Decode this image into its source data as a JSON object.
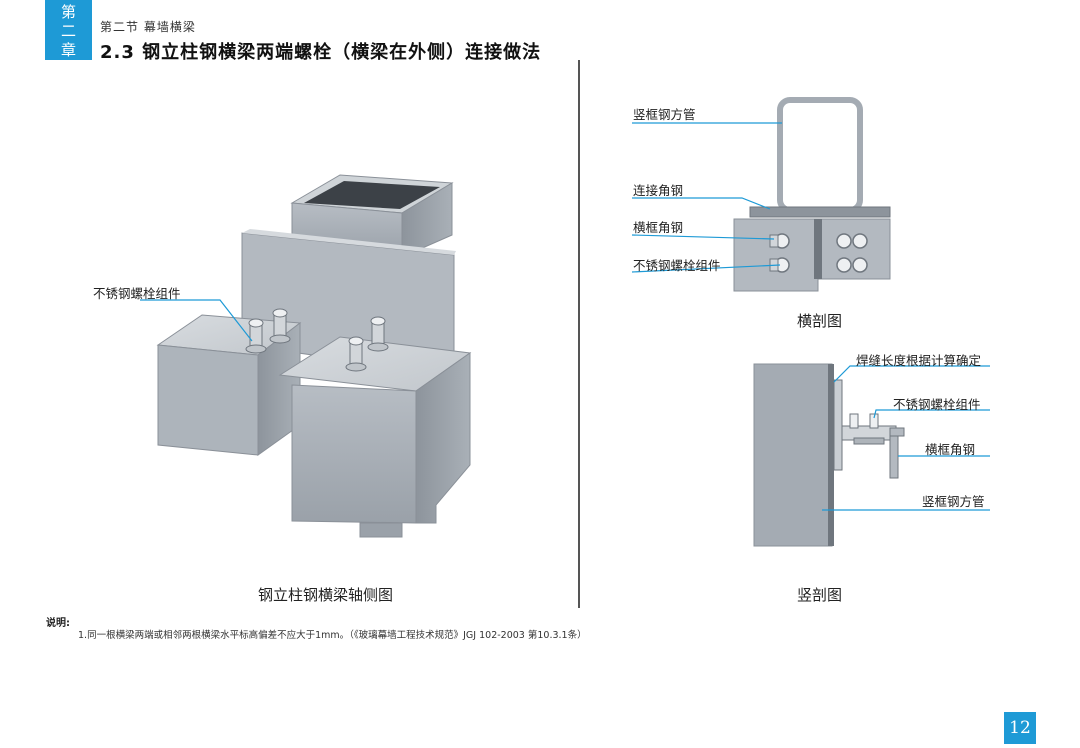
{
  "header": {
    "chapter_tab": [
      "第",
      "二",
      "章"
    ],
    "section": "第二节 幕墙横梁",
    "title": "2.3 钢立柱钢横梁两端螺栓（横梁在外侧）连接做法"
  },
  "axonometric": {
    "caption": "钢立柱钢横梁轴侧图",
    "label_bolt": "不锈钢螺栓组件"
  },
  "cross_section": {
    "caption": "横剖图",
    "labels": {
      "tube": "竖框钢方管",
      "angle_connect": "连接角钢",
      "angle_frame": "横框角钢",
      "bolt": "不锈钢螺栓组件"
    }
  },
  "vertical_section": {
    "caption": "竖剖图",
    "labels": {
      "weld": "焊缝长度根据计算确定",
      "bolt": "不锈钢螺栓组件",
      "angle_frame": "横框角钢",
      "tube": "竖框钢方管"
    }
  },
  "notes": {
    "title": "说明:",
    "items": [
      "1.同一根横梁两端或相邻两根横梁水平标高偏差不应大于1mm。（《玻璃幕墙工程技术规范》JGJ 102-2003 第10.3.1条）"
    ]
  },
  "page_number": "12",
  "colors": {
    "accent": "#1e9ad6",
    "steel": "#a4abb3",
    "steel_dark": "#7d848c",
    "steel_light": "#c9ced3"
  }
}
